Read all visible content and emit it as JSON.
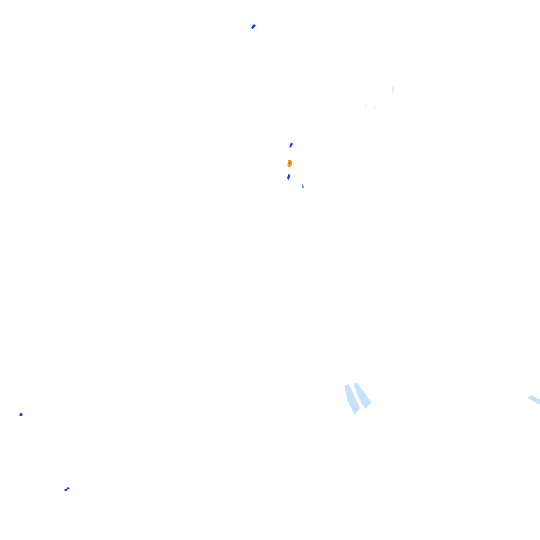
{
  "map": {
    "background_color": "#ffffff",
    "legend": [],
    "palette": {
      "light": "#c6e2fa",
      "faint": "#e3f1fd",
      "medium": "#5b8ff5",
      "strong": "#1e3cf0",
      "intense": "#f0a020",
      "extreme": "#d01818"
    },
    "echo_cells": [
      {
        "intensity": "strong"
      },
      {
        "intensity": "strong"
      },
      {
        "intensity": "intense"
      },
      {
        "intensity": "strong"
      },
      {
        "intensity": "medium"
      },
      {
        "intensity": "strong"
      },
      {
        "intensity": "strong"
      },
      {
        "intensity": "light"
      },
      {
        "intensity": "light"
      },
      {
        "intensity": "light"
      },
      {
        "intensity": "faint"
      },
      {
        "intensity": "faint"
      },
      {
        "intensity": "faint"
      }
    ]
  }
}
